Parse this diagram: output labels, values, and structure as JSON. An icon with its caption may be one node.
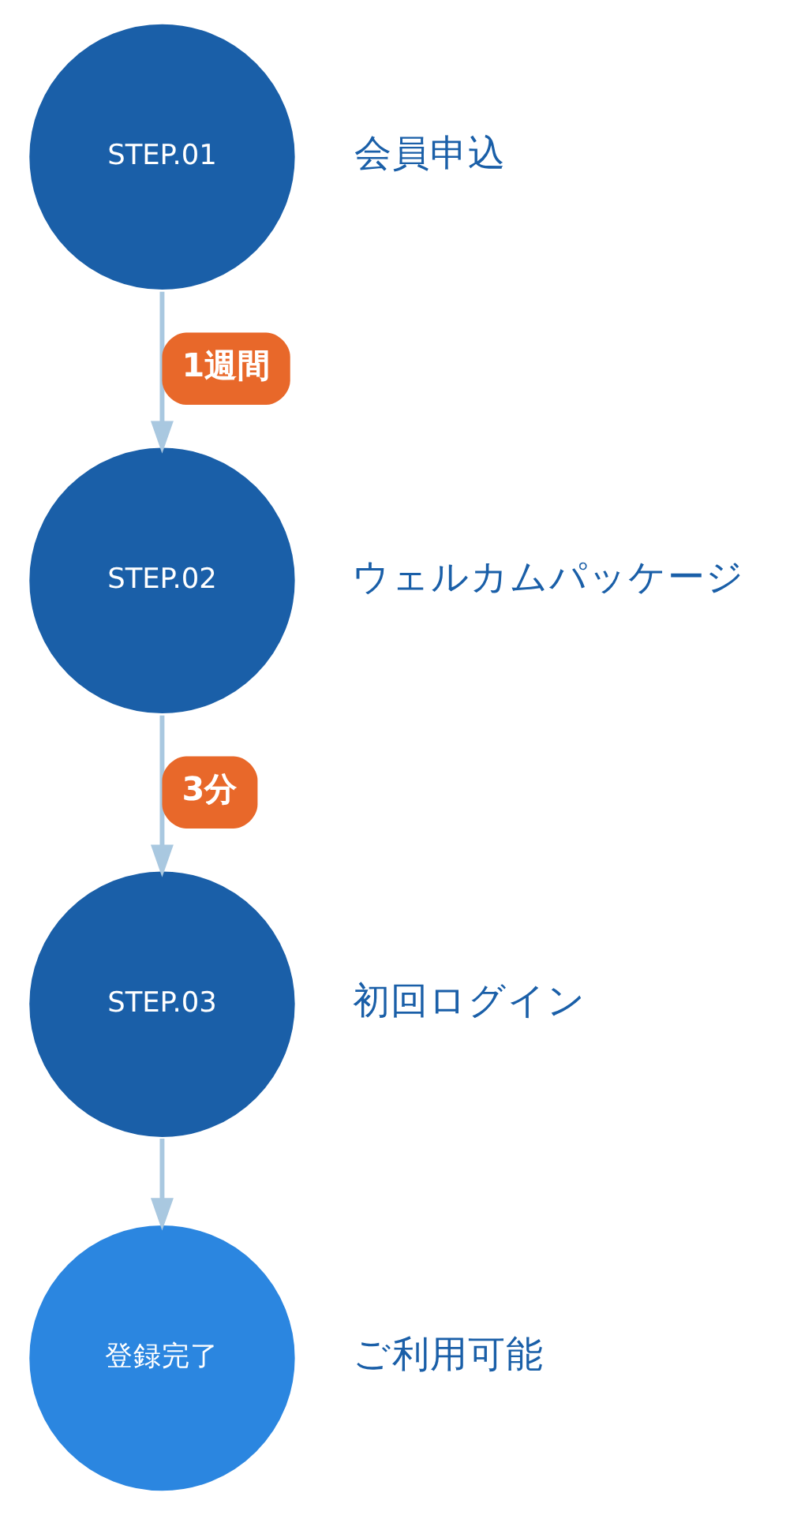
{
  "diagram": {
    "nodes": [
      {
        "text": [
          "STEP.01"
        ],
        "beside": [
          "会員申込"
        ]
      },
      {
        "text": [
          "STEP.02"
        ],
        "beside": [
          "ウェルカムパッケージ"
        ]
      },
      {
        "text": [
          "STEP.03"
        ],
        "beside": [
          "初回ログイン"
        ]
      },
      {
        "text": [
          "登録完了"
        ],
        "beside": [
          "ご利用可能"
        ]
      }
    ],
    "edges": [
      {
        "from": 0,
        "to": 1,
        "arrow": "to",
        "label": "1週間"
      },
      {
        "from": 1,
        "to": 2,
        "arrow": "to",
        "label": "3分"
      },
      {
        "from": 2,
        "to": 3,
        "arrow": "to"
      }
    ]
  }
}
